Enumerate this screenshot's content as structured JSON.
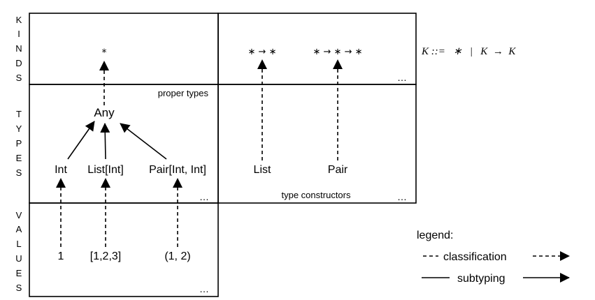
{
  "axis": {
    "kinds_letters": [
      "K",
      "I",
      "N",
      "D",
      "S"
    ],
    "types_letters": [
      "T",
      "Y",
      "P",
      "E",
      "S"
    ],
    "values_letters": [
      "V",
      "A",
      "L",
      "U",
      "E",
      "S"
    ]
  },
  "kinds": {
    "star": "*",
    "unary_kind": "∗ → ∗",
    "binary_kind": "∗ → ∗ → ∗",
    "ellipsis": "…",
    "grammar": "K ::=   ∗   |   K  →  K"
  },
  "types": {
    "section_label": "proper types",
    "any": "Any",
    "int": "Int",
    "list_int": "List[Int]",
    "pair_int_int": "Pair[Int, Int]",
    "ellipsis": "…"
  },
  "constructors": {
    "section_label": "type constructors",
    "list": "List",
    "pair": "Pair",
    "ellipsis": "…"
  },
  "values": {
    "one": "1",
    "list_value": "[1,2,3]",
    "pair_value": "(1, 2)",
    "ellipsis": "…"
  },
  "legend": {
    "title": "legend:",
    "classification": "classification",
    "subtyping": "subtyping"
  }
}
